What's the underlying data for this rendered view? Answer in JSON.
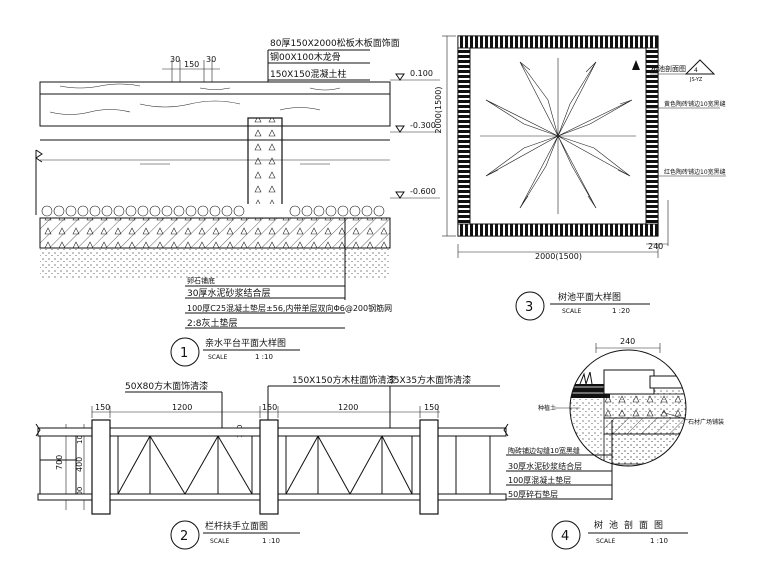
{
  "detail1": {
    "callouts": [
      "80厚150X2000松板木板面饰面",
      "钢00X100木龙骨",
      "150X150混凝土柱"
    ],
    "dims": [
      "30",
      "150",
      "30"
    ],
    "levels": [
      "0.100",
      "-0.300",
      "-0.600"
    ],
    "layers": [
      "卵石铺底",
      "30厚水泥砂浆结合层",
      "100厚C25混凝土垫层±56,内带单层双向Φ6@200钢筋网",
      "2:8灰土垫层"
    ],
    "number": "1",
    "title": "亲水平台平面大样图",
    "scale_label": "SCALE",
    "scale_value": "1 :10"
  },
  "detail2": {
    "callouts": [
      "50X80方木面饰清漆",
      "150X150方木柱面饰清漆",
      "35X35方木面饰清漆"
    ],
    "dims_top": [
      "150",
      "1200",
      "150",
      "1200",
      "150"
    ],
    "dims_left": [
      "700",
      "100",
      "400",
      "100"
    ],
    "dim_inner": "100",
    "number": "2",
    "title": "栏杆扶手立面图",
    "scale_label": "SCALE",
    "scale_value": "1 :10"
  },
  "detail3": {
    "dim_height": "2000(1500)",
    "dim_width": "2000(1500)",
    "dim_small": "240",
    "labels": [
      "树池剖面图",
      "黄色陶砖铺边10宽黑缝",
      "红色陶砖铺边10宽黑缝"
    ],
    "marker_top": "4",
    "marker_bottom": "JS-YZ",
    "number": "3",
    "title": "树池平面大样图",
    "scale_label": "SCALE",
    "scale_value": "1 :20"
  },
  "detail4": {
    "dim_top": "240",
    "labels_left": [
      "种植土"
    ],
    "labels_right": [
      "石材广场铺装"
    ],
    "layers": [
      "陶砖铺边勾缝10宽黑缝",
      "30厚水泥砂浆结合层",
      "100厚混凝土垫层",
      "50厚碎石垫层"
    ],
    "number": "4",
    "title": "树池剖面图",
    "scale_label": "SCALE",
    "scale_value": "1 :10"
  }
}
